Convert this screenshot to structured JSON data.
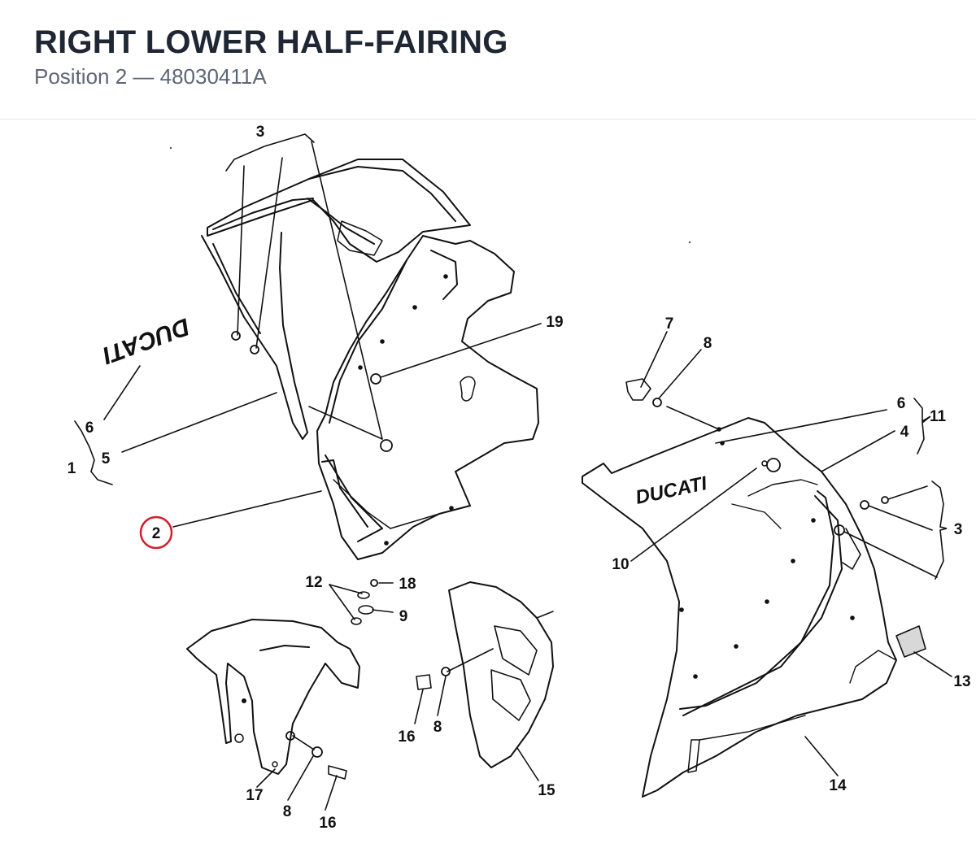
{
  "header": {
    "title": "RIGHT LOWER HALF-FAIRING",
    "subtitle": "Position 2 — 48030411A"
  },
  "diagram": {
    "highlighted_callout": "2",
    "highlight_color": "#d0202e",
    "line_color": "#111111",
    "brand_text": "DUCATI",
    "callouts": {
      "c3_top": "3",
      "c6_left": "6",
      "c5": "5",
      "c1": "1",
      "c2": "2",
      "c19": "19",
      "c7": "7",
      "c8_top": "8",
      "c6_right": "6",
      "c11": "11",
      "c4": "4",
      "c3_right": "3",
      "c10": "10",
      "c12": "12",
      "c18": "18",
      "c9": "9",
      "c16_mid": "16",
      "c8_mid": "8",
      "c15": "15",
      "c17": "17",
      "c8_bottom": "8",
      "c16_bottom": "16",
      "c13": "13",
      "c14": "14"
    }
  }
}
